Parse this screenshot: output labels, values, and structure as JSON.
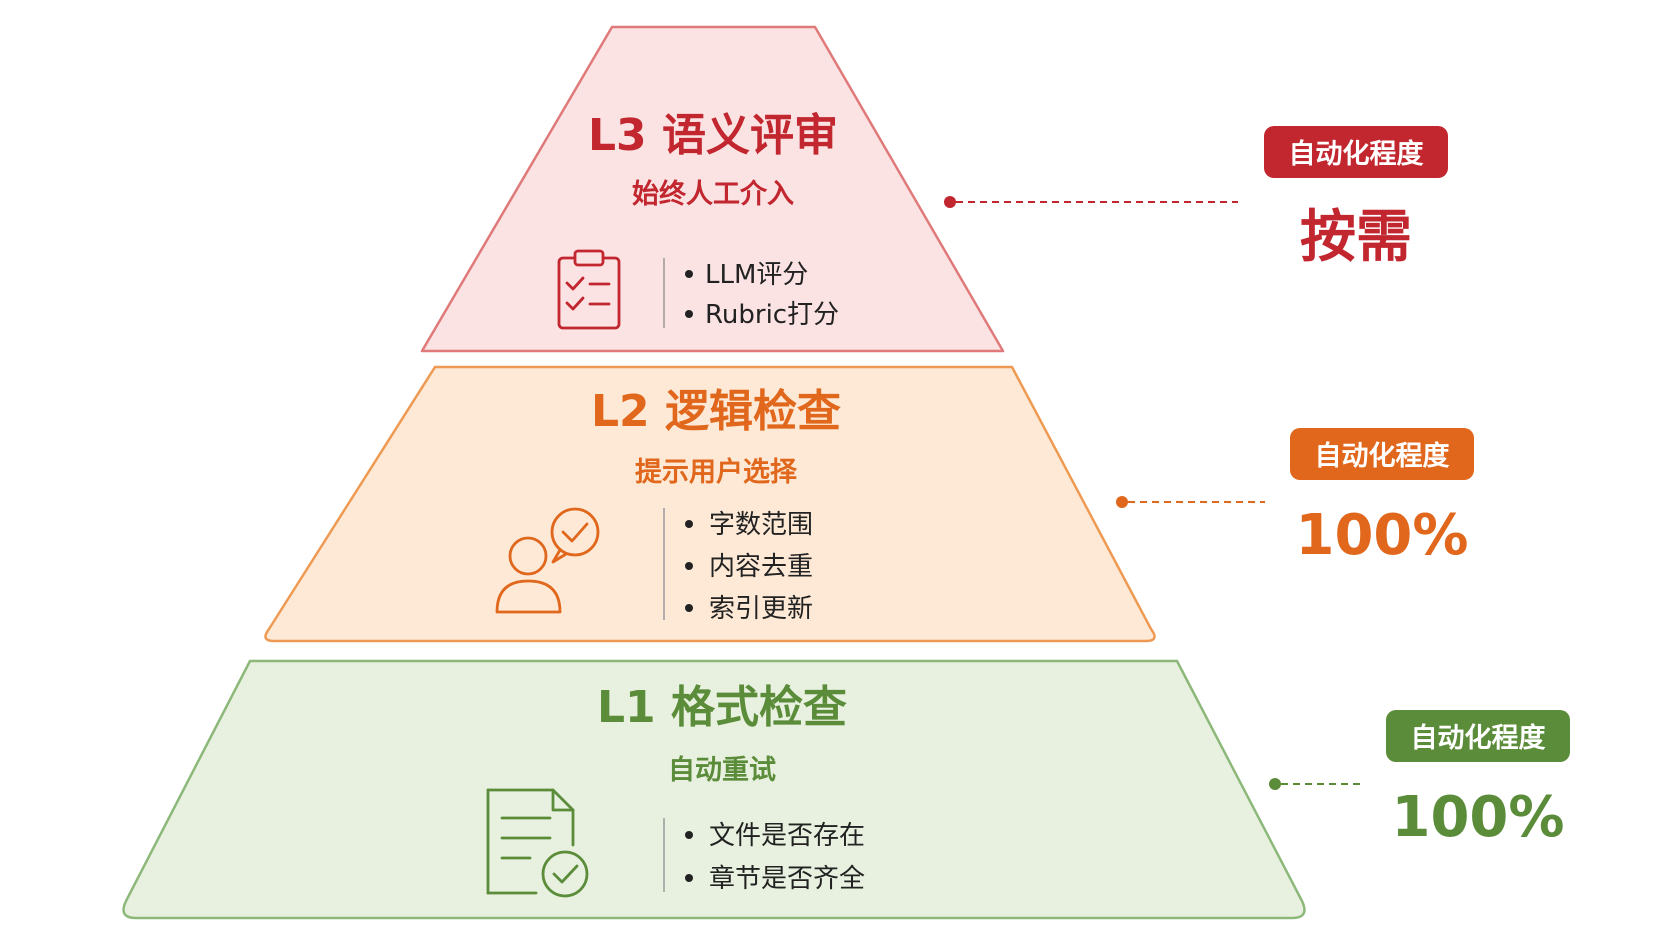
{
  "colors": {
    "l3_stroke": "#e07a7a",
    "l3_fill": "#fbe3e4",
    "l3_accent": "#c2262e",
    "l2_stroke": "#ef9a52",
    "l2_fill": "#fde9d6",
    "l2_accent": "#e0671b",
    "l1_stroke": "#8cb87a",
    "l1_fill": "#e8f1df",
    "l1_accent": "#5b8c3a"
  },
  "levels": {
    "l3": {
      "title": "L3 语义评审",
      "subtitle": "始终人工介入",
      "icon": "clipboard-checklist-icon",
      "items": [
        "LLM评分",
        "Rubric打分"
      ],
      "automation_label": "自动化程度",
      "automation_value": "按需"
    },
    "l2": {
      "title": "L2 逻辑检查",
      "subtitle": "提示用户选择",
      "icon": "user-chat-check-icon",
      "items": [
        "字数范围",
        "内容去重",
        "索引更新"
      ],
      "automation_label": "自动化程度",
      "automation_value": "100%"
    },
    "l1": {
      "title": "L1 格式检查",
      "subtitle": "自动重试",
      "icon": "document-check-icon",
      "items": [
        "文件是否存在",
        "章节是否齐全"
      ],
      "automation_label": "自动化程度",
      "automation_value": "100%"
    }
  }
}
